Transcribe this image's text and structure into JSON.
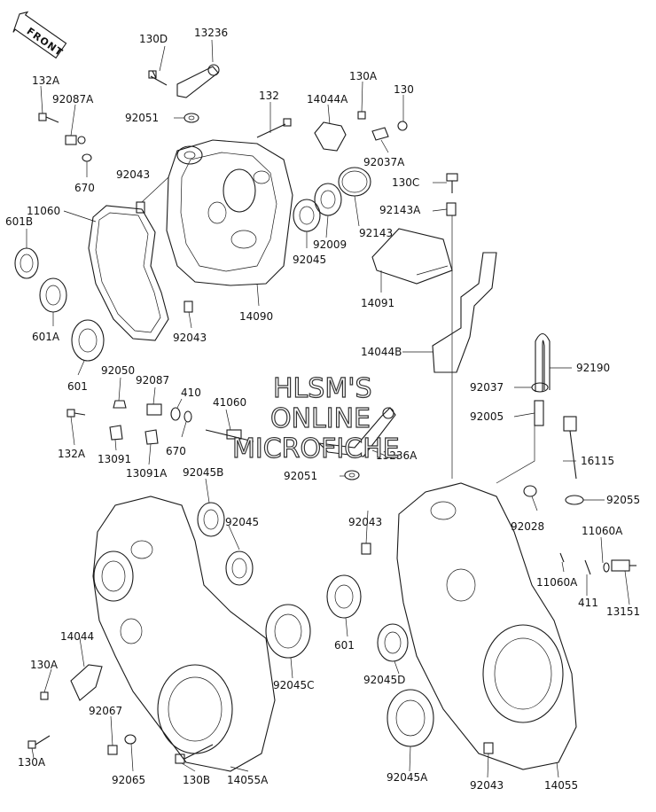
{
  "front_badge": "FRONT",
  "watermark": {
    "line1": "HLSM'S",
    "line2": "ONLINE",
    "line3": "MICROFICHE"
  },
  "labels": {
    "p130D": "130D",
    "p13236": "13236",
    "p132A_top": "132A",
    "p92087A": "92087A",
    "p92051_top": "92051",
    "p132": "132",
    "p14044A": "14044A",
    "p130A_top": "130A",
    "p130": "130",
    "p92037A": "92037A",
    "p670_top": "670",
    "p92043_top": "92043",
    "p92143A": "92143A",
    "p130C": "130C",
    "p11060": "11060",
    "p601B": "601B",
    "p92009": "92009",
    "p92143": "92143",
    "p92045_top": "92045",
    "p601A": "601A",
    "p14091": "14091",
    "p14090": "14090",
    "p92043_mid": "92043",
    "p601_top": "601",
    "p14044B": "14044B",
    "p92190": "92190",
    "p92050": "92050",
    "p92087": "92087",
    "p410": "410",
    "p41060": "41060",
    "p92037": "92037",
    "p92005": "92005",
    "p132A_mid": "132A",
    "p13091": "13091",
    "p670_mid": "670",
    "p13091A": "13091A",
    "p13236A": "13236A",
    "p16115": "16115",
    "p92045B": "92045B",
    "p92051_mid": "92051",
    "p92045_mid": "92045",
    "p92055": "92055",
    "p92043_r": "92043",
    "p92028": "92028",
    "p11060A_a": "11060A",
    "p11060A_b": "11060A",
    "p411": "411",
    "p13151": "13151",
    "p14044": "14044",
    "p601_low": "601",
    "p130A_l": "130A",
    "p92045C": "92045C",
    "p92045D": "92045D",
    "p92067": "92067",
    "p130A_bot": "130A",
    "p92065": "92065",
    "p130B": "130B",
    "p14055A": "14055A",
    "p92045A": "92045A",
    "p92043_bot": "92043",
    "p14055": "14055"
  }
}
